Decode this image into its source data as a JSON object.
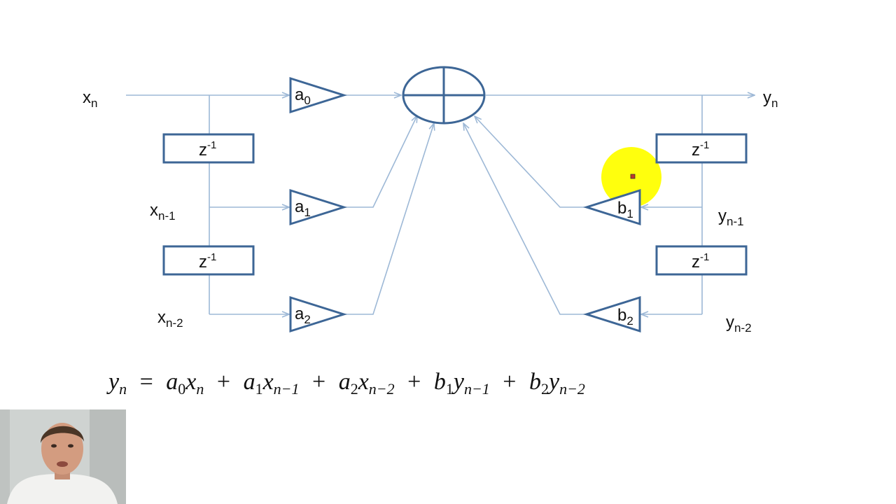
{
  "diagram": {
    "signals": {
      "x_n": {
        "base": "x",
        "sub": "n"
      },
      "x_n1": {
        "base": "x",
        "sub": "n-1"
      },
      "x_n2": {
        "base": "x",
        "sub": "n-2"
      },
      "y_n": {
        "base": "y",
        "sub": "n"
      },
      "y_n1": {
        "base": "y",
        "sub": "n-1"
      },
      "y_n2": {
        "base": "y",
        "sub": "n-2"
      }
    },
    "delay": {
      "base": "z",
      "sup": "-1"
    },
    "gains": {
      "a0": {
        "base": "a",
        "sub": "0"
      },
      "a1": {
        "base": "a",
        "sub": "1"
      },
      "a2": {
        "base": "a",
        "sub": "2"
      },
      "b1": {
        "base": "b",
        "sub": "1"
      },
      "b2": {
        "base": "b",
        "sub": "2"
      }
    }
  },
  "equation": {
    "lhs": {
      "base": "y",
      "sub": "n"
    },
    "equals": "=",
    "plus": "+",
    "terms": [
      {
        "coef": "a",
        "coef_sub": "0",
        "var": "x",
        "var_sub": "n"
      },
      {
        "coef": "a",
        "coef_sub": "1",
        "var": "x",
        "var_sub": "n−1"
      },
      {
        "coef": "a",
        "coef_sub": "2",
        "var": "x",
        "var_sub": "n−2"
      },
      {
        "coef": "b",
        "coef_sub": "1",
        "var": "y",
        "var_sub": "n−1"
      },
      {
        "coef": "b",
        "coef_sub": "2",
        "var": "y",
        "var_sub": "n−2"
      }
    ]
  },
  "colors": {
    "block_stroke": "#3d6696",
    "wire": "#9db8d6",
    "highlight": "#ffff00",
    "background": "#ffffff"
  }
}
